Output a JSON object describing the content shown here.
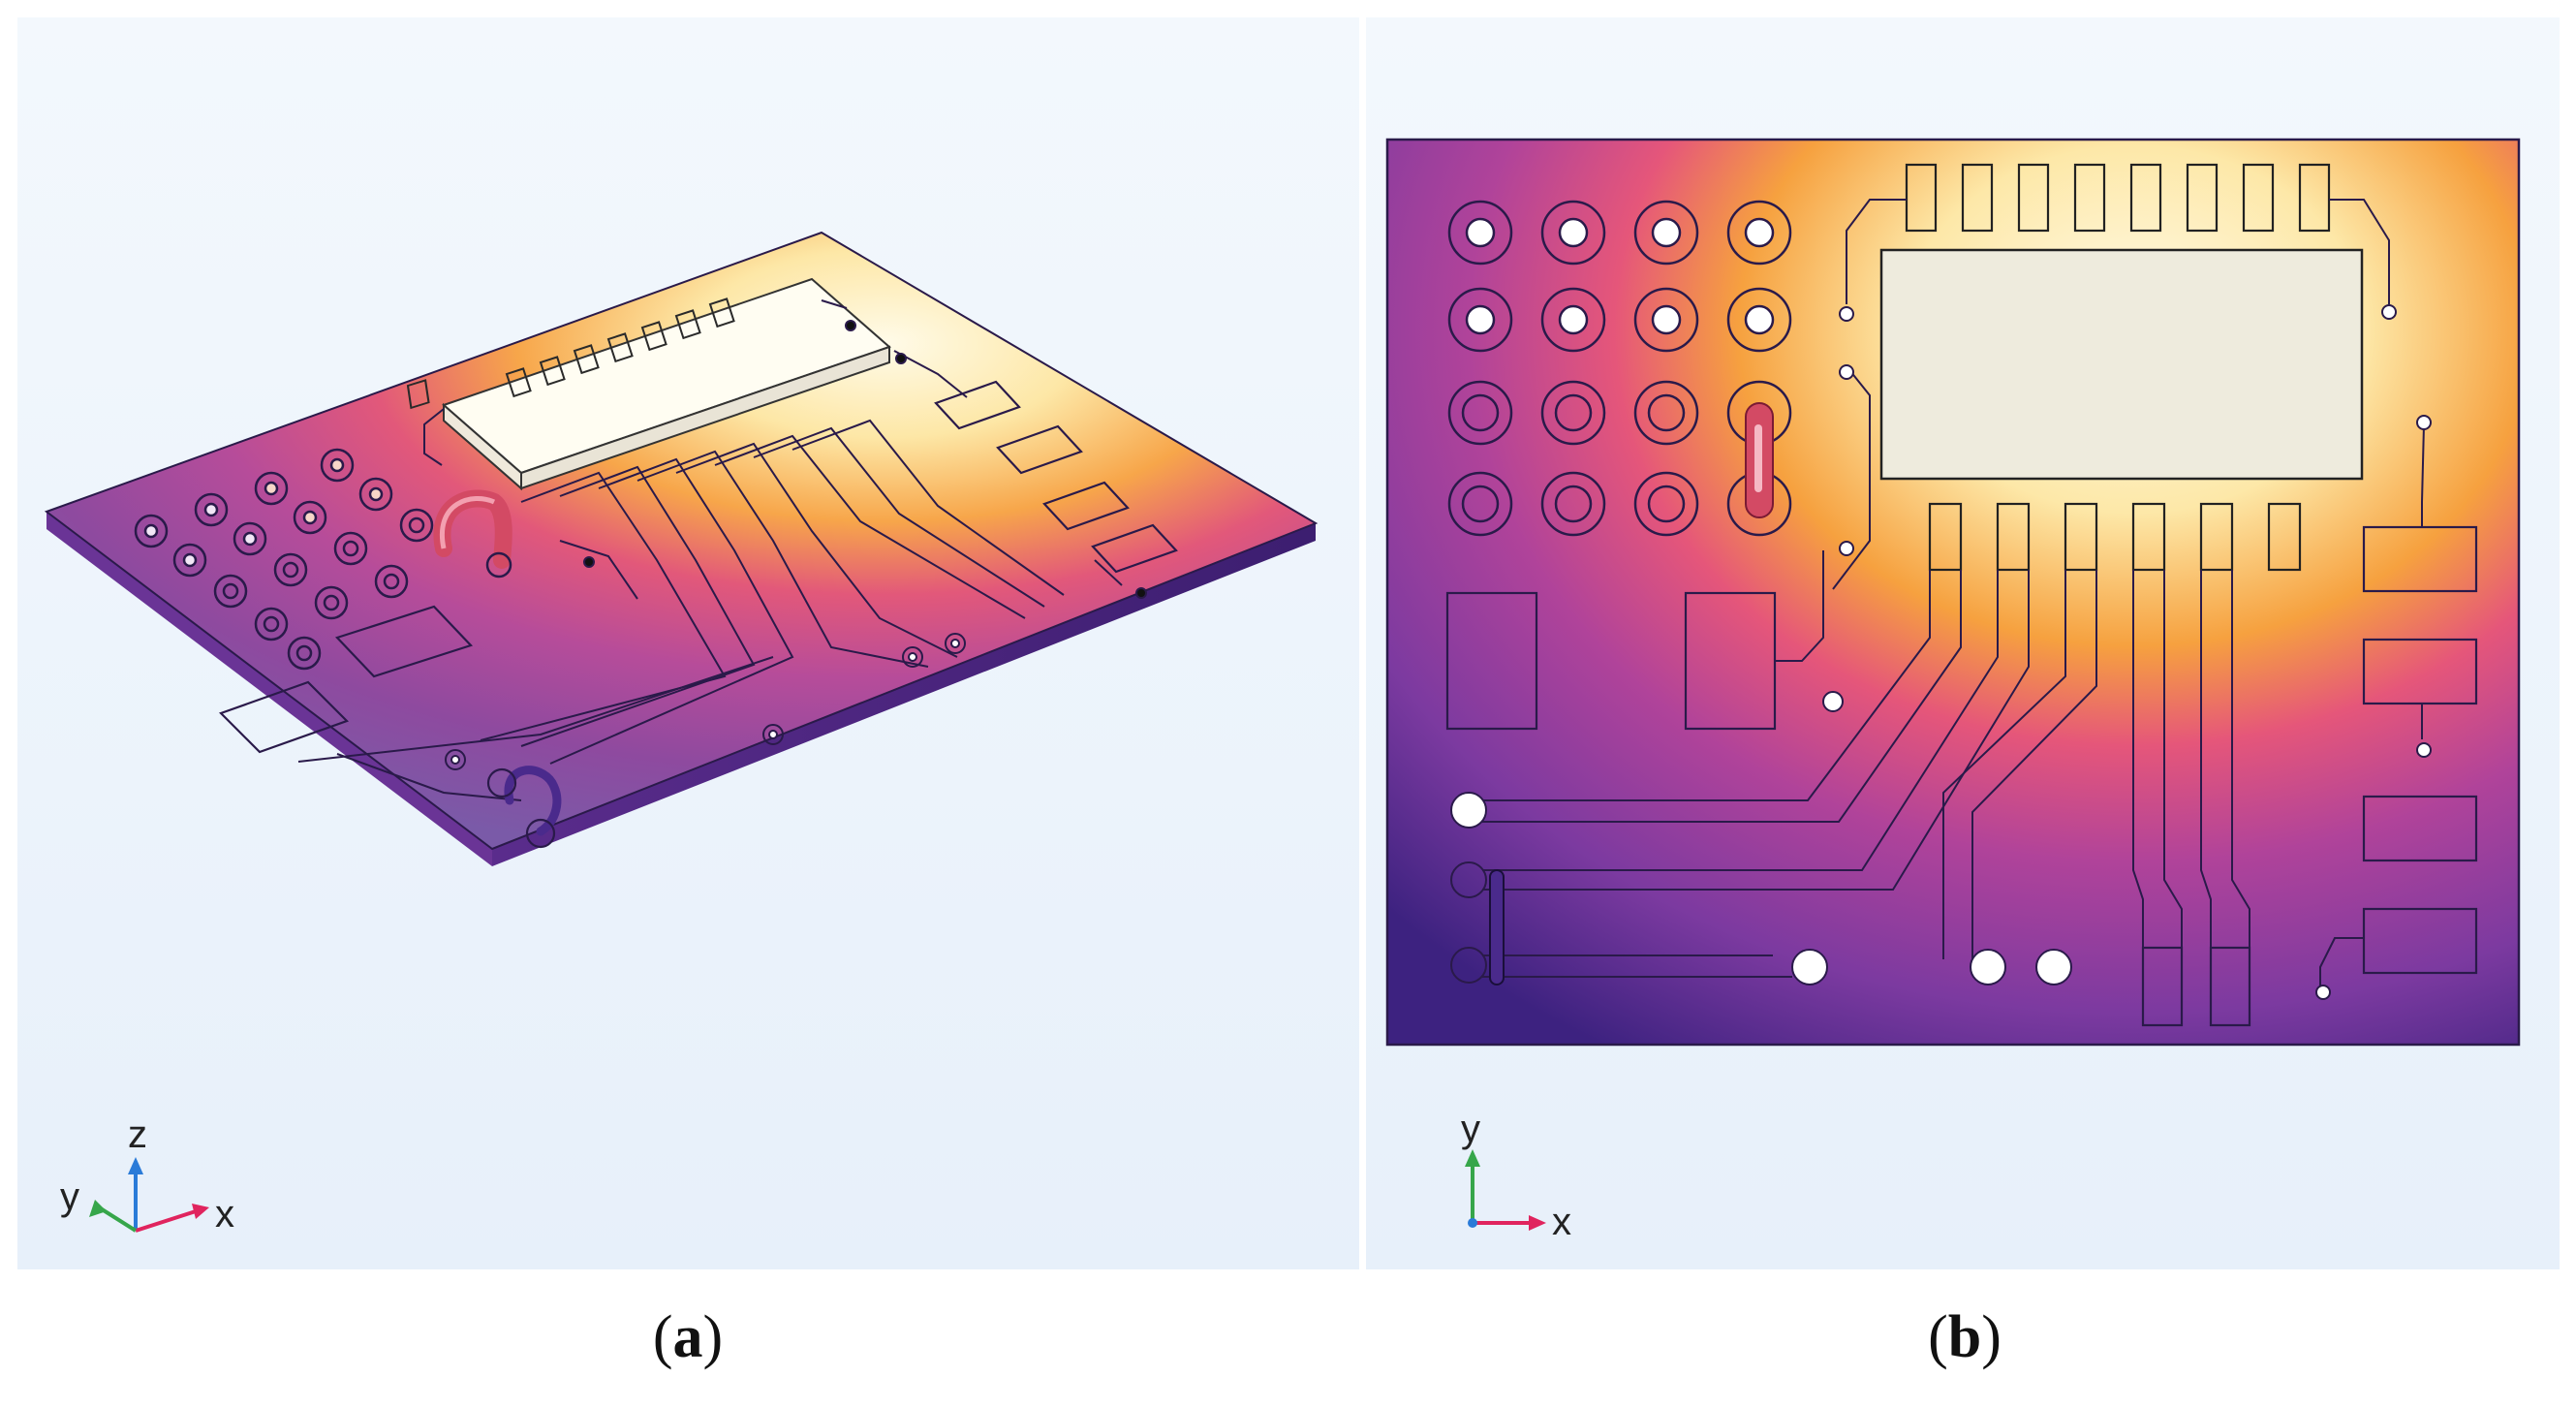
{
  "figure": {
    "panel_a": {
      "caption_open": "(",
      "caption_letter": "a",
      "caption_close": ")",
      "triad": {
        "x": "x",
        "y": "y",
        "z": "z"
      }
    },
    "panel_b": {
      "caption_open": "(",
      "caption_letter": "b",
      "caption_close": ")",
      "triad": {
        "x": "x",
        "y": "y"
      }
    },
    "colors": {
      "background": "#eaf2fb",
      "cold": "#3b1c78",
      "mid_cold": "#9a3c9c",
      "mid": "#d8487a",
      "warm": "#f59a2e",
      "hot": "#fdf4d6",
      "x_axis": "#e0245e",
      "y_axis": "#36a64a",
      "z_axis": "#2a7bd8"
    }
  }
}
